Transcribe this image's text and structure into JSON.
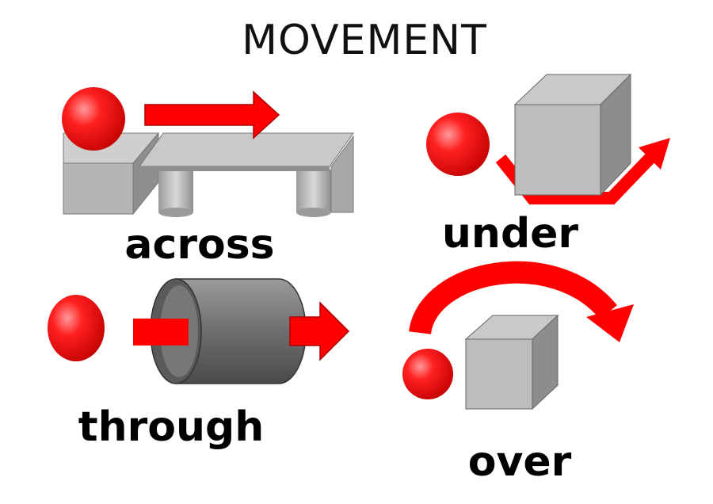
{
  "title": "MOVEMENT",
  "labels": {
    "across": "across",
    "under": "under",
    "through": "through",
    "over": "over"
  },
  "colors": {
    "ball": "#ff1a1a",
    "arrow": "#ff0000",
    "gray_light": "#cfcfcf",
    "gray_mid": "#b0b0b0",
    "gray_dark": "#8a8a8a",
    "tube": "#7a7a7a"
  }
}
